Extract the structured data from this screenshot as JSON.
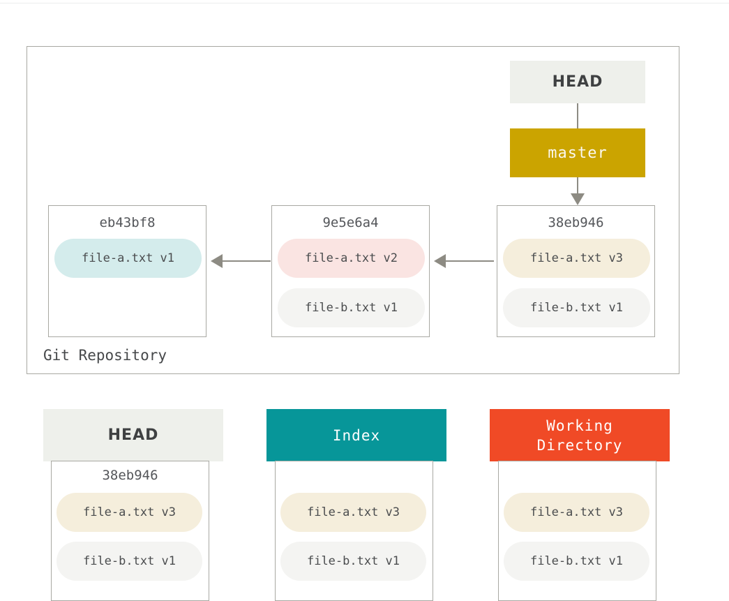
{
  "diagram": {
    "title": "Git Repository",
    "repository_label": "Git Repository",
    "colors": {
      "branch_master": "#cba400",
      "index_header": "#079699",
      "working_directory_header": "#f04a26",
      "head_header": "#eef0eb",
      "pill_cyan": "#d4ecec",
      "pill_pink": "#fae4e2",
      "pill_cream": "#f5eedc",
      "pill_gray": "#f4f4f2",
      "border": "#a8a8a2",
      "connector": "#8d8b83"
    }
  },
  "repository": {
    "head_pointer": {
      "label": "HEAD"
    },
    "branch": {
      "label": "master"
    },
    "commits": [
      {
        "sha": "eb43bf8",
        "files": [
          {
            "name": "file-a.txt v1",
            "tone": "cyan"
          }
        ]
      },
      {
        "sha": "9e5e6a4",
        "files": [
          {
            "name": "file-a.txt v2",
            "tone": "pink"
          },
          {
            "name": "file-b.txt v1",
            "tone": "gray"
          }
        ]
      },
      {
        "sha": "38eb946",
        "files": [
          {
            "name": "file-a.txt v3",
            "tone": "cream"
          },
          {
            "name": "file-b.txt v1",
            "tone": "gray"
          }
        ]
      }
    ]
  },
  "stages": [
    {
      "header": "HEAD",
      "header_lines": [
        "HEAD"
      ],
      "sha": "38eb946",
      "files": [
        {
          "name": "file-a.txt v3",
          "tone": "cream"
        },
        {
          "name": "file-b.txt v1",
          "tone": "gray"
        }
      ]
    },
    {
      "header": "Index",
      "header_lines": [
        "Index"
      ],
      "sha": "",
      "files": [
        {
          "name": "file-a.txt v3",
          "tone": "cream"
        },
        {
          "name": "file-b.txt v1",
          "tone": "gray"
        }
      ]
    },
    {
      "header": "Working Directory",
      "header_lines": [
        "Working",
        "Directory"
      ],
      "sha": "",
      "files": [
        {
          "name": "file-a.txt v3",
          "tone": "cream"
        },
        {
          "name": "file-b.txt v1",
          "tone": "gray"
        }
      ]
    }
  ]
}
